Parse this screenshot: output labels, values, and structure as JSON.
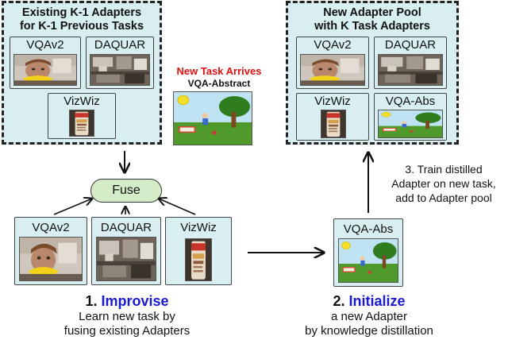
{
  "left_pool": {
    "title_line1": "Existing K-1 Adapters",
    "title_line2": "for K-1 Previous Tasks",
    "adapters": [
      "VQAv2",
      "DAQUAR",
      "VizWiz"
    ]
  },
  "new_task": {
    "label": "New Task Arrives",
    "name": "VQA-Abstract"
  },
  "right_pool": {
    "title_line1": "New Adapter Pool",
    "title_line2": "with K Task Adapters",
    "adapters": [
      "VQAv2",
      "DAQUAR",
      "VizWiz",
      "VQA-Abs"
    ]
  },
  "fuse": {
    "label": "Fuse"
  },
  "bottom_adapters": [
    "VQAv2",
    "DAQUAR",
    "VizWiz"
  ],
  "new_adapter": {
    "label": "VQA-Abs"
  },
  "step1": {
    "number": "1.",
    "keyword": "Improvise",
    "line1": "Learn new task by",
    "line2": "fusing existing Adapters"
  },
  "step2": {
    "number": "2.",
    "keyword": "Initialize",
    "line1": "a new Adapter",
    "line2": "by knowledge distillation"
  },
  "step3": {
    "line1": "3. Train distilled",
    "line2": "Adapter on new task,",
    "line3": "add to Adapter pool"
  },
  "colors": {
    "pool_fill": "#d9eef0",
    "fuse_fill": "#d5ecc8",
    "new_task_red": "#e01010",
    "keyword_blue": "#1a1ad0"
  }
}
